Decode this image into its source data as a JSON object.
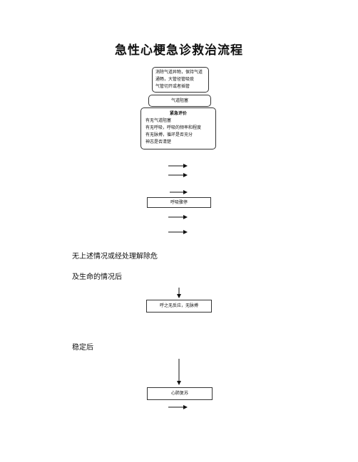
{
  "title": "急性心梗急诊救治流程",
  "flow": {
    "airway_box": {
      "lines": [
        "消除气道异物，保持气道",
        "通畅，大管径管吸痰",
        "气管切开或者插管"
      ]
    },
    "airway_label": "气道阻塞",
    "assessment_box": {
      "heading": "紧急评价",
      "lines": [
        "有无气道阻塞",
        "有无呼吸，呼吸的频率和程度",
        "有无脉搏，循环是否充分",
        "神志是否清楚"
      ]
    },
    "breathing_box": "呼吸骤停",
    "text_no_danger_1": "无上述情况或经处理解除危",
    "text_no_danger_2": "及生命的情况后",
    "unresponsive_box": "呼之无反应，无脉搏",
    "text_stable": "稳定后",
    "cpr_box": "心肺复苏"
  }
}
